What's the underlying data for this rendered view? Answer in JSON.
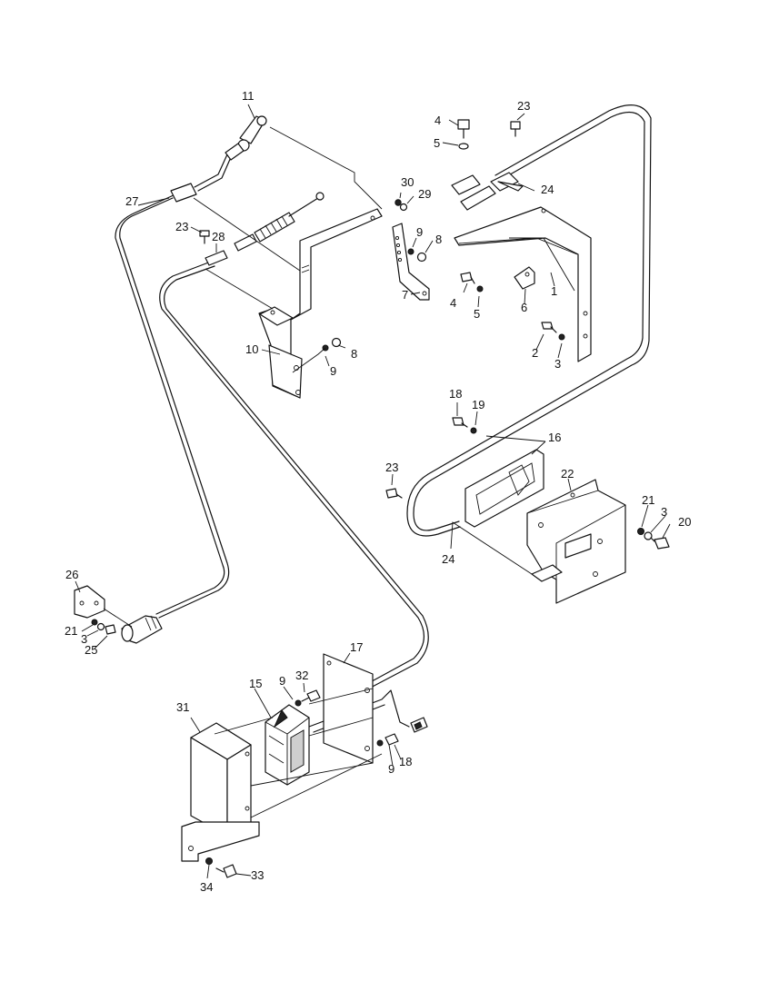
{
  "labels": {
    "n1": "1",
    "n2": "2",
    "n3a": "3",
    "n3b": "3",
    "n3c": "3",
    "n4a": "4",
    "n4b": "4",
    "n5a": "5",
    "n5b": "5",
    "n6": "6",
    "n7": "7",
    "n8a": "8",
    "n8b": "8",
    "n9a": "9",
    "n9b": "9",
    "n9c": "9",
    "n9d": "9",
    "n10": "10",
    "n11": "11",
    "n15": "15",
    "n16": "16",
    "n17": "17",
    "n18a": "18",
    "n18b": "18",
    "n19": "19",
    "n20": "20",
    "n21a": "21",
    "n21b": "21",
    "n22": "22",
    "n23a": "23",
    "n23b": "23",
    "n23c": "23",
    "n24a": "24",
    "n24b": "24",
    "n25": "25",
    "n26": "26",
    "n27": "27",
    "n28": "28",
    "n29": "29",
    "n30": "30",
    "n31": "31",
    "n32": "32",
    "n33": "33",
    "n34": "34"
  }
}
